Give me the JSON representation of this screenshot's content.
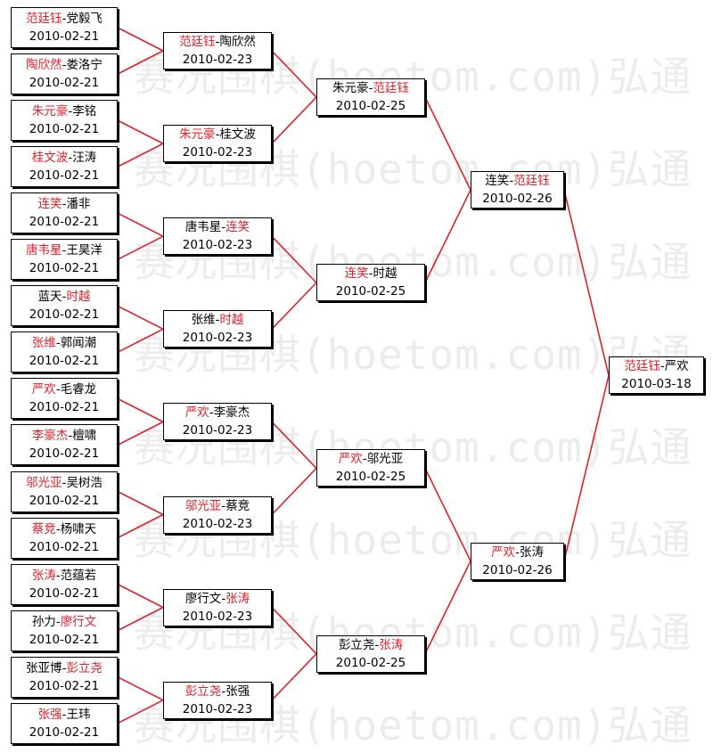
{
  "watermark": "赛况围棋(hoetom.com)弘通",
  "colors": {
    "winner": "#e0202a",
    "loser": "#000000",
    "line": "#e0202a",
    "watermark": "#ececec"
  },
  "rounds": [
    {
      "name": "round-1",
      "matches": [
        {
          "players": [
            "范廷钰",
            "党毅飞"
          ],
          "winner": 0,
          "date": "2010-02-21"
        },
        {
          "players": [
            "陶欣然",
            "娄洛宁"
          ],
          "winner": 0,
          "date": "2010-02-21"
        },
        {
          "players": [
            "朱元豪",
            "李铭"
          ],
          "winner": 0,
          "date": "2010-02-21"
        },
        {
          "players": [
            "桂文波",
            "汪涛"
          ],
          "winner": 0,
          "date": "2010-02-21"
        },
        {
          "players": [
            "连笑",
            "潘非"
          ],
          "winner": 0,
          "date": "2010-02-21"
        },
        {
          "players": [
            "唐韦星",
            "王昊洋"
          ],
          "winner": 0,
          "date": "2010-02-21"
        },
        {
          "players": [
            "蓝天",
            "时越"
          ],
          "winner": 1,
          "date": "2010-02-21"
        },
        {
          "players": [
            "张维",
            "郭闻潮"
          ],
          "winner": 0,
          "date": "2010-02-21"
        },
        {
          "players": [
            "严欢",
            "毛睿龙"
          ],
          "winner": 0,
          "date": "2010-02-21"
        },
        {
          "players": [
            "李豪杰",
            "檀啸"
          ],
          "winner": 0,
          "date": "2010-02-21"
        },
        {
          "players": [
            "邬光亚",
            "吴树浩"
          ],
          "winner": 0,
          "date": "2010-02-21"
        },
        {
          "players": [
            "蔡竞",
            "杨啸天"
          ],
          "winner": 0,
          "date": "2010-02-21"
        },
        {
          "players": [
            "张涛",
            "范蕴若"
          ],
          "winner": 0,
          "date": "2010-02-21"
        },
        {
          "players": [
            "孙力",
            "廖行文"
          ],
          "winner": 1,
          "date": "2010-02-21"
        },
        {
          "players": [
            "张亚博",
            "彭立尧"
          ],
          "winner": 1,
          "date": "2010-02-21"
        },
        {
          "players": [
            "张强",
            "王玮"
          ],
          "winner": 0,
          "date": "2010-02-21"
        }
      ]
    },
    {
      "name": "round-2",
      "matches": [
        {
          "players": [
            "范廷钰",
            "陶欣然"
          ],
          "winner": 0,
          "date": "2010-02-23"
        },
        {
          "players": [
            "朱元豪",
            "桂文波"
          ],
          "winner": 0,
          "date": "2010-02-23"
        },
        {
          "players": [
            "唐韦星",
            "连笑"
          ],
          "winner": 1,
          "date": "2010-02-23"
        },
        {
          "players": [
            "张维",
            "时越"
          ],
          "winner": 1,
          "date": "2010-02-23"
        },
        {
          "players": [
            "严欢",
            "李豪杰"
          ],
          "winner": 0,
          "date": "2010-02-23"
        },
        {
          "players": [
            "邬光亚",
            "蔡竞"
          ],
          "winner": 0,
          "date": "2010-02-23"
        },
        {
          "players": [
            "廖行文",
            "张涛"
          ],
          "winner": 1,
          "date": "2010-02-23"
        },
        {
          "players": [
            "彭立尧",
            "张强"
          ],
          "winner": 0,
          "date": "2010-02-23"
        }
      ]
    },
    {
      "name": "quarterfinal",
      "matches": [
        {
          "players": [
            "朱元豪",
            "范廷钰"
          ],
          "winner": 1,
          "date": "2010-02-25"
        },
        {
          "players": [
            "连笑",
            "时越"
          ],
          "winner": 0,
          "date": "2010-02-25"
        },
        {
          "players": [
            "严欢",
            "邬光亚"
          ],
          "winner": 0,
          "date": "2010-02-25"
        },
        {
          "players": [
            "彭立尧",
            "张涛"
          ],
          "winner": 1,
          "date": "2010-02-25"
        }
      ]
    },
    {
      "name": "semifinal",
      "matches": [
        {
          "players": [
            "连笑",
            "范廷钰"
          ],
          "winner": 1,
          "date": "2010-02-26"
        },
        {
          "players": [
            "严欢",
            "张涛"
          ],
          "winner": 0,
          "date": "2010-02-26"
        }
      ]
    },
    {
      "name": "final",
      "matches": [
        {
          "players": [
            "范廷钰",
            "严欢"
          ],
          "winner": 0,
          "date": "2010-03-18"
        }
      ]
    }
  ]
}
